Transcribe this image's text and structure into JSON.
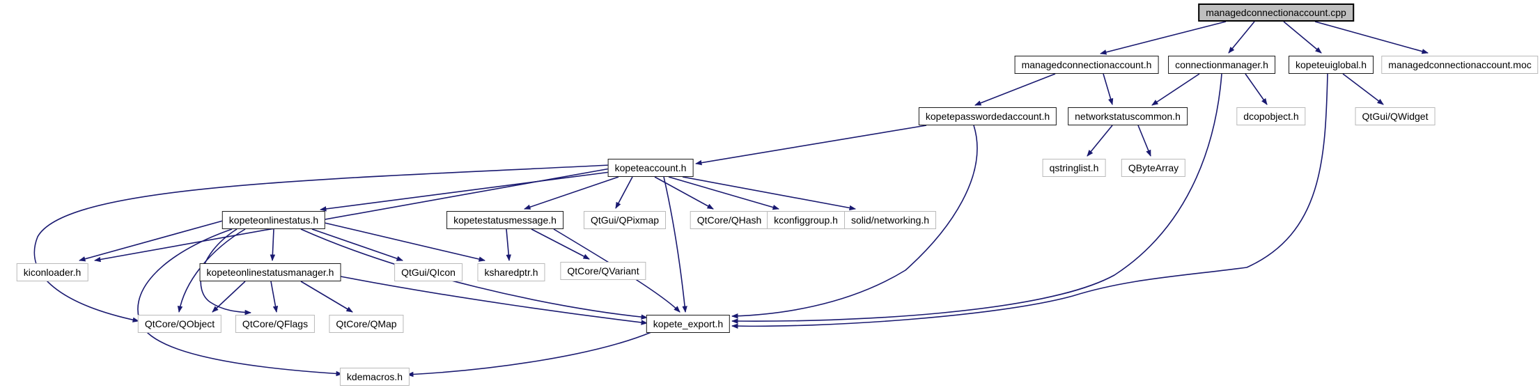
{
  "diagram": {
    "root_file": "managedconnectionaccount.cpp",
    "edge_color": "#191970",
    "root_fill": "#bfbfbf",
    "internal_border": "#1a1a1a",
    "external_border": "#b9b9b9",
    "background": "#ffffff"
  },
  "nodes": [
    {
      "label": "managedconnectionaccount.cpp",
      "kind": "root"
    },
    {
      "label": "managedconnectionaccount.h",
      "kind": "internal"
    },
    {
      "label": "connectionmanager.h",
      "kind": "internal"
    },
    {
      "label": "kopeteuiglobal.h",
      "kind": "internal"
    },
    {
      "label": "managedconnectionaccount.moc",
      "kind": "external"
    },
    {
      "label": "kopetepasswordedaccount.h",
      "kind": "internal"
    },
    {
      "label": "networkstatuscommon.h",
      "kind": "internal"
    },
    {
      "label": "dcopobject.h",
      "kind": "external"
    },
    {
      "label": "QtGui/QWidget",
      "kind": "external"
    },
    {
      "label": "kopeteaccount.h",
      "kind": "internal"
    },
    {
      "label": "qstringlist.h",
      "kind": "external"
    },
    {
      "label": "QByteArray",
      "kind": "external"
    },
    {
      "label": "kopeteonlinestatus.h",
      "kind": "internal"
    },
    {
      "label": "kopetestatusmessage.h",
      "kind": "internal"
    },
    {
      "label": "QtGui/QPixmap",
      "kind": "external"
    },
    {
      "label": "QtCore/QHash",
      "kind": "external"
    },
    {
      "label": "kconfiggroup.h",
      "kind": "external"
    },
    {
      "label": "solid/networking.h",
      "kind": "external"
    },
    {
      "label": "kiconloader.h",
      "kind": "external"
    },
    {
      "label": "kopeteonlinestatusmanager.h",
      "kind": "internal"
    },
    {
      "label": "QtGui/QIcon",
      "kind": "external"
    },
    {
      "label": "ksharedptr.h",
      "kind": "external"
    },
    {
      "label": "QtCore/QVariant",
      "kind": "external"
    },
    {
      "label": "QtCore/QObject",
      "kind": "external"
    },
    {
      "label": "QtCore/QFlags",
      "kind": "external"
    },
    {
      "label": "QtCore/QMap",
      "kind": "external"
    },
    {
      "label": "kopete_export.h",
      "kind": "internal"
    },
    {
      "label": "kdemacros.h",
      "kind": "external"
    }
  ],
  "edges": [
    {
      "from": "managedconnectionaccount.cpp",
      "to": "managedconnectionaccount.h"
    },
    {
      "from": "managedconnectionaccount.cpp",
      "to": "connectionmanager.h"
    },
    {
      "from": "managedconnectionaccount.cpp",
      "to": "kopeteuiglobal.h"
    },
    {
      "from": "managedconnectionaccount.cpp",
      "to": "managedconnectionaccount.moc"
    },
    {
      "from": "managedconnectionaccount.h",
      "to": "kopetepasswordedaccount.h"
    },
    {
      "from": "managedconnectionaccount.h",
      "to": "networkstatuscommon.h"
    },
    {
      "from": "connectionmanager.h",
      "to": "networkstatuscommon.h"
    },
    {
      "from": "connectionmanager.h",
      "to": "dcopobject.h"
    },
    {
      "from": "connectionmanager.h",
      "to": "kopete_export.h"
    },
    {
      "from": "kopeteuiglobal.h",
      "to": "QtGui/QWidget"
    },
    {
      "from": "kopeteuiglobal.h",
      "to": "kopete_export.h"
    },
    {
      "from": "kopetepasswordedaccount.h",
      "to": "kopeteaccount.h"
    },
    {
      "from": "kopetepasswordedaccount.h",
      "to": "kopete_export.h"
    },
    {
      "from": "networkstatuscommon.h",
      "to": "qstringlist.h"
    },
    {
      "from": "networkstatuscommon.h",
      "to": "QByteArray"
    },
    {
      "from": "kopeteaccount.h",
      "to": "kopeteonlinestatus.h"
    },
    {
      "from": "kopeteaccount.h",
      "to": "kopetestatusmessage.h"
    },
    {
      "from": "kopeteaccount.h",
      "to": "QtGui/QPixmap"
    },
    {
      "from": "kopeteaccount.h",
      "to": "QtCore/QHash"
    },
    {
      "from": "kopeteaccount.h",
      "to": "kconfiggroup.h"
    },
    {
      "from": "kopeteaccount.h",
      "to": "solid/networking.h"
    },
    {
      "from": "kopeteaccount.h",
      "to": "kiconloader.h"
    },
    {
      "from": "kopeteaccount.h",
      "to": "QtCore/QObject"
    },
    {
      "from": "kopeteaccount.h",
      "to": "kopete_export.h"
    },
    {
      "from": "kopeteonlinestatus.h",
      "to": "kiconloader.h"
    },
    {
      "from": "kopeteonlinestatus.h",
      "to": "kopeteonlinestatusmanager.h"
    },
    {
      "from": "kopeteonlinestatus.h",
      "to": "QtGui/QIcon"
    },
    {
      "from": "kopeteonlinestatus.h",
      "to": "ksharedptr.h"
    },
    {
      "from": "kopeteonlinestatus.h",
      "to": "QtCore/QObject"
    },
    {
      "from": "kopeteonlinestatus.h",
      "to": "QtCore/QFlags"
    },
    {
      "from": "kopeteonlinestatus.h",
      "to": "kopete_export.h"
    },
    {
      "from": "kopeteonlinestatus.h",
      "to": "kdemacros.h"
    },
    {
      "from": "kopetestatusmessage.h",
      "to": "ksharedptr.h"
    },
    {
      "from": "kopetestatusmessage.h",
      "to": "QtCore/QVariant"
    },
    {
      "from": "kopetestatusmessage.h",
      "to": "kopete_export.h"
    },
    {
      "from": "kopeteonlinestatusmanager.h",
      "to": "QtCore/QObject"
    },
    {
      "from": "kopeteonlinestatusmanager.h",
      "to": "QtCore/QFlags"
    },
    {
      "from": "kopeteonlinestatusmanager.h",
      "to": "QtCore/QMap"
    },
    {
      "from": "kopeteonlinestatusmanager.h",
      "to": "kopete_export.h"
    },
    {
      "from": "kopete_export.h",
      "to": "kdemacros.h"
    }
  ]
}
